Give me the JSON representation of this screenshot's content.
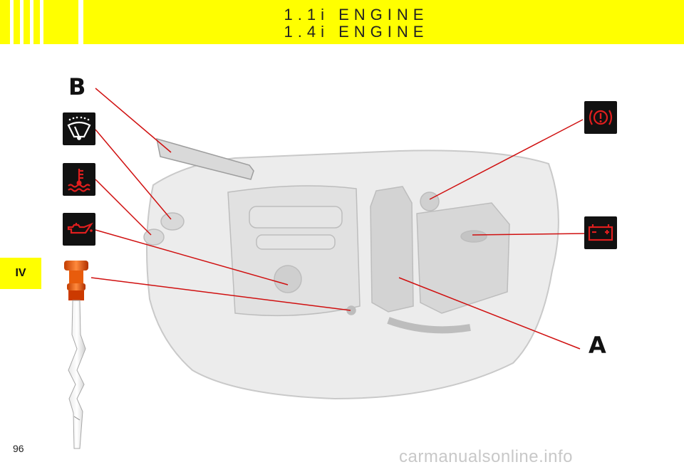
{
  "header": {
    "title_line1": "1.1i ENGINE",
    "title_line2": "1.4i ENGINE",
    "color": "#ffff00"
  },
  "chapter_tab": "IV",
  "page_number": "96",
  "callouts": {
    "label_a": "A",
    "label_b": "B"
  },
  "icons": [
    {
      "name": "windscreen-washer-icon"
    },
    {
      "name": "coolant-temperature-icon"
    },
    {
      "name": "oil-can-icon"
    },
    {
      "name": "brake-warning-icon"
    },
    {
      "name": "battery-icon"
    }
  ],
  "watermark": "carmanualsonline.info",
  "colors": {
    "icon_red": "#e01e1e",
    "leader_line": "#d01010"
  }
}
